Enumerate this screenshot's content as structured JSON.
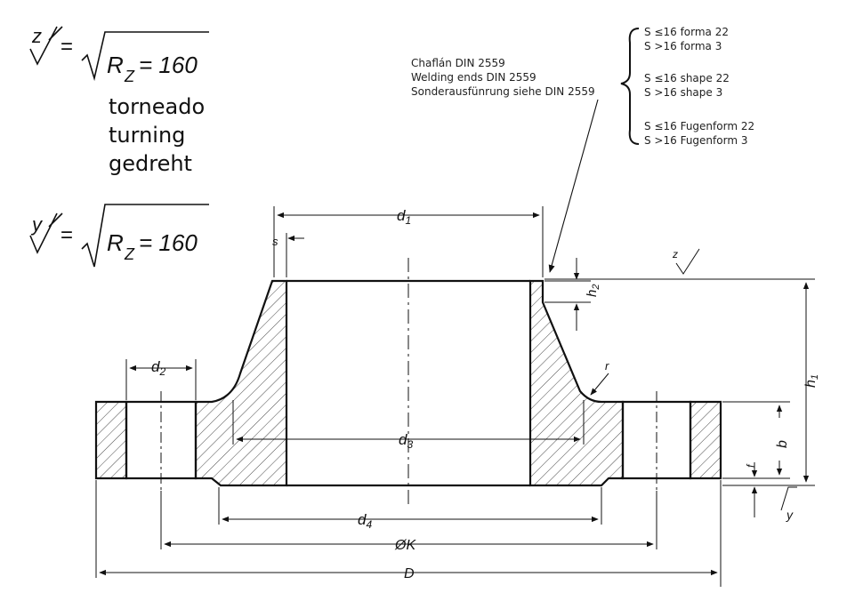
{
  "roughness": {
    "z_symbol": "z",
    "y_symbol": "y",
    "equals": "=",
    "value_z": "R",
    "value_sub": "Z",
    "value_tail": " = 160",
    "process_es": "torneado",
    "process_en": "turning",
    "process_de": "gedreht"
  },
  "weld_note": {
    "line_es": "Chaflán DIN 2559",
    "line_en": "Welding ends DIN 2559",
    "line_de": "Sonderausfünrung siehe DIN 2559"
  },
  "shape_list": [
    "S ≤16 forma 22",
    "S >16 forma 3",
    "S ≤16 shape 22",
    "S >16 shape 3",
    "S ≤16 Fugenform 22",
    "S >16  Fugenform 3"
  ],
  "dimensions": {
    "d1": "d",
    "d1_sub": "1",
    "d2": "d",
    "d2_sub": "2",
    "d3": "d",
    "d3_sub": "3",
    "d4": "d",
    "d4_sub": "4",
    "K": "ØK",
    "D": "D",
    "s": "s",
    "h1": "h",
    "h1_sub": "1",
    "h2": "h",
    "h2_sub": "2",
    "b": "b",
    "f": "f",
    "r": "r",
    "z_mark": "z",
    "y_mark": "y"
  }
}
